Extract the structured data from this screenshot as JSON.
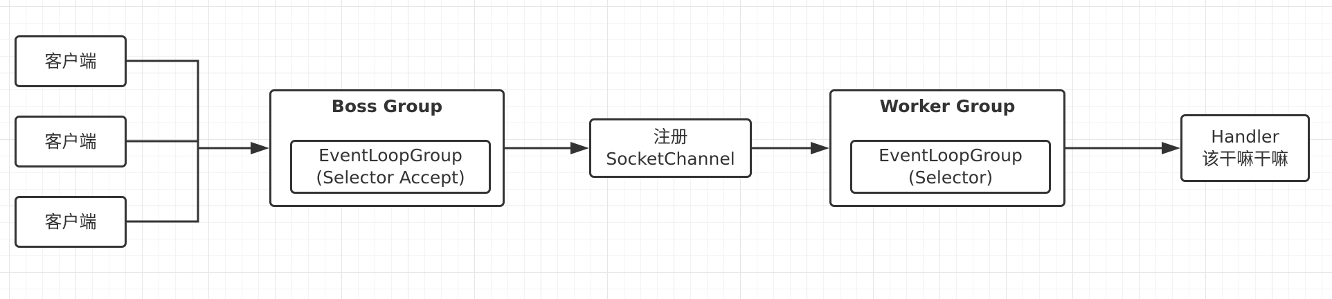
{
  "diagram": {
    "clients": [
      {
        "label": "客户端"
      },
      {
        "label": "客户端"
      },
      {
        "label": "客户端"
      }
    ],
    "boss_group": {
      "title": "Boss Group",
      "inner_line1": "EventLoopGroup",
      "inner_line2": "(Selector Accept)"
    },
    "register": {
      "line1": "注册",
      "line2": "SocketChannel"
    },
    "worker_group": {
      "title": "Worker Group",
      "inner_line1": "EventLoopGroup",
      "inner_line2": "(Selector)"
    },
    "handler": {
      "line1": "Handler",
      "line2": "该干嘛干嘛"
    },
    "colors": {
      "stroke": "#333333",
      "grid_major": "#e6e6e6",
      "grid_minor": "#f3f3f3",
      "background": "#ffffff"
    }
  }
}
